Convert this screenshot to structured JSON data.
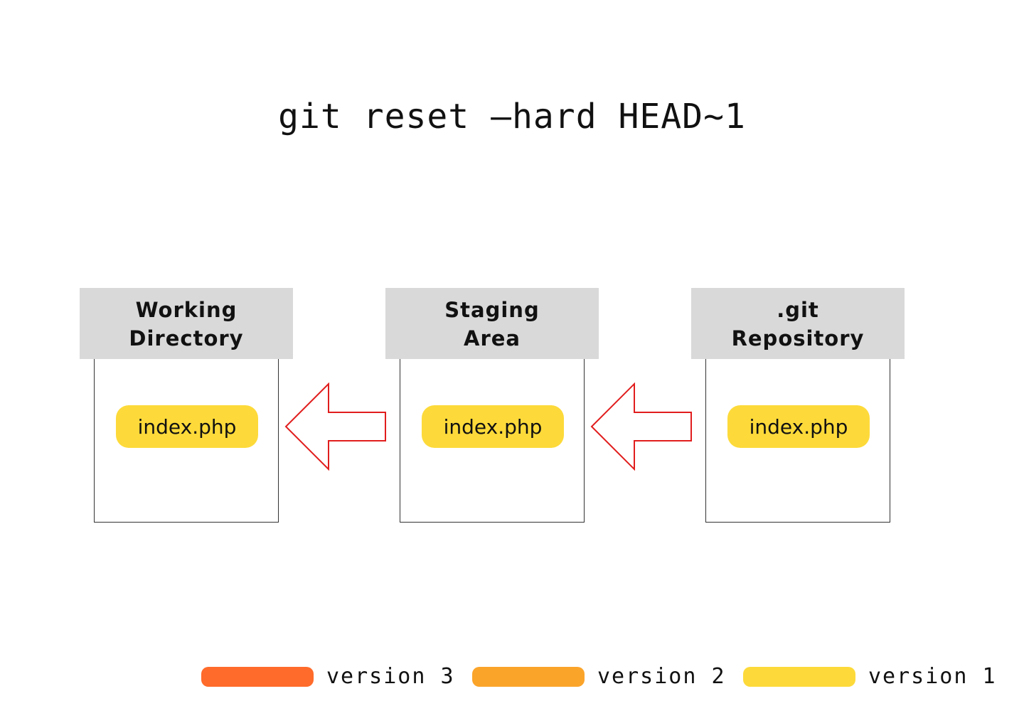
{
  "title": "git reset —hard HEAD~1",
  "areas": [
    {
      "line1": "Working",
      "line2": "Directory",
      "file": "index.php"
    },
    {
      "line1": "Staging",
      "line2": "Area",
      "file": "index.php"
    },
    {
      "line1": ".git",
      "line2": "Repository",
      "file": "index.php"
    }
  ],
  "legend": [
    {
      "label": "version 3",
      "color": "#ff6b2a"
    },
    {
      "label": "version 2",
      "color": "#fba42a"
    },
    {
      "label": "version 1",
      "color": "#fdda3a"
    }
  ],
  "colors": {
    "arrow": "#e11d1d",
    "header_fill": "#d9d9d9",
    "file_fill": "#fdda3a"
  }
}
